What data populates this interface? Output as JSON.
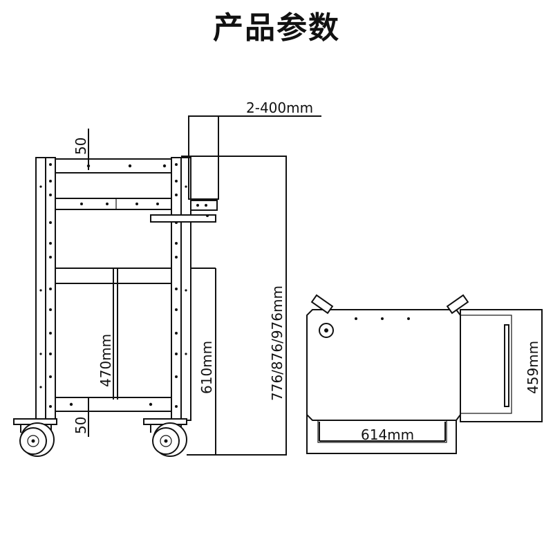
{
  "title": "产品参数",
  "dimensions": {
    "top_clearance": "50",
    "bottom_clearance": "50",
    "inner_height": "470mm",
    "frame_height": "610mm",
    "total_height": "776/876/976mm",
    "shelf_depth": "2-400mm",
    "width": "614mm",
    "depth": "459mm"
  },
  "colors": {
    "line": "#111111",
    "background": "#ffffff"
  }
}
